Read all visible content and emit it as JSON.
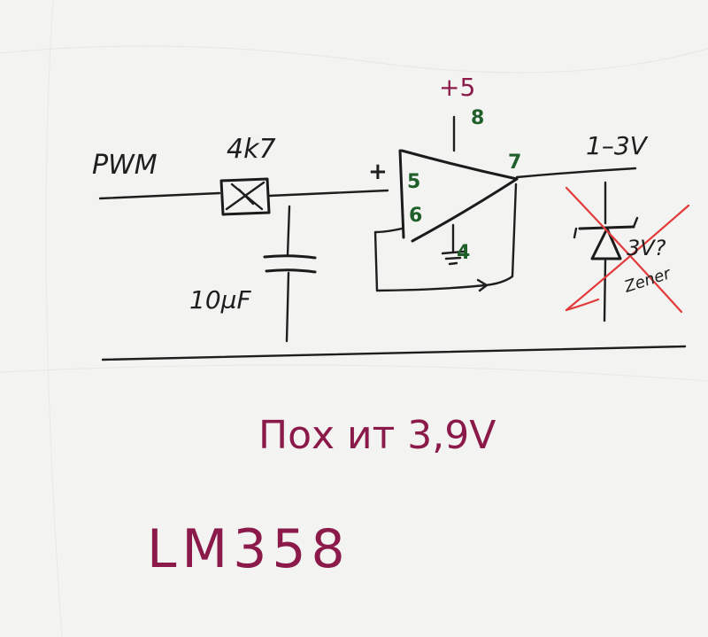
{
  "labels": {
    "input": "PWM",
    "resistor": "4k7",
    "capacitor": "10µF",
    "supply": "+5",
    "pin_supply": "8",
    "pin_noninverting_sign": "+",
    "pin_noninverting": "5",
    "pin_inverting": "6",
    "pin_ground": "4",
    "pin_output": "7",
    "output_range": "1–3V",
    "zener_voltage": "3V?",
    "zener_name": "Zener"
  },
  "notes": {
    "max_output": "Пох ит 3,9V",
    "part_number": "LM358"
  },
  "colors": {
    "ink": "#1e1e1e",
    "green": "#1f5f2a",
    "purple": "#8b1a4a",
    "red": "#e23a3a",
    "paper": "#f3f3f1"
  }
}
